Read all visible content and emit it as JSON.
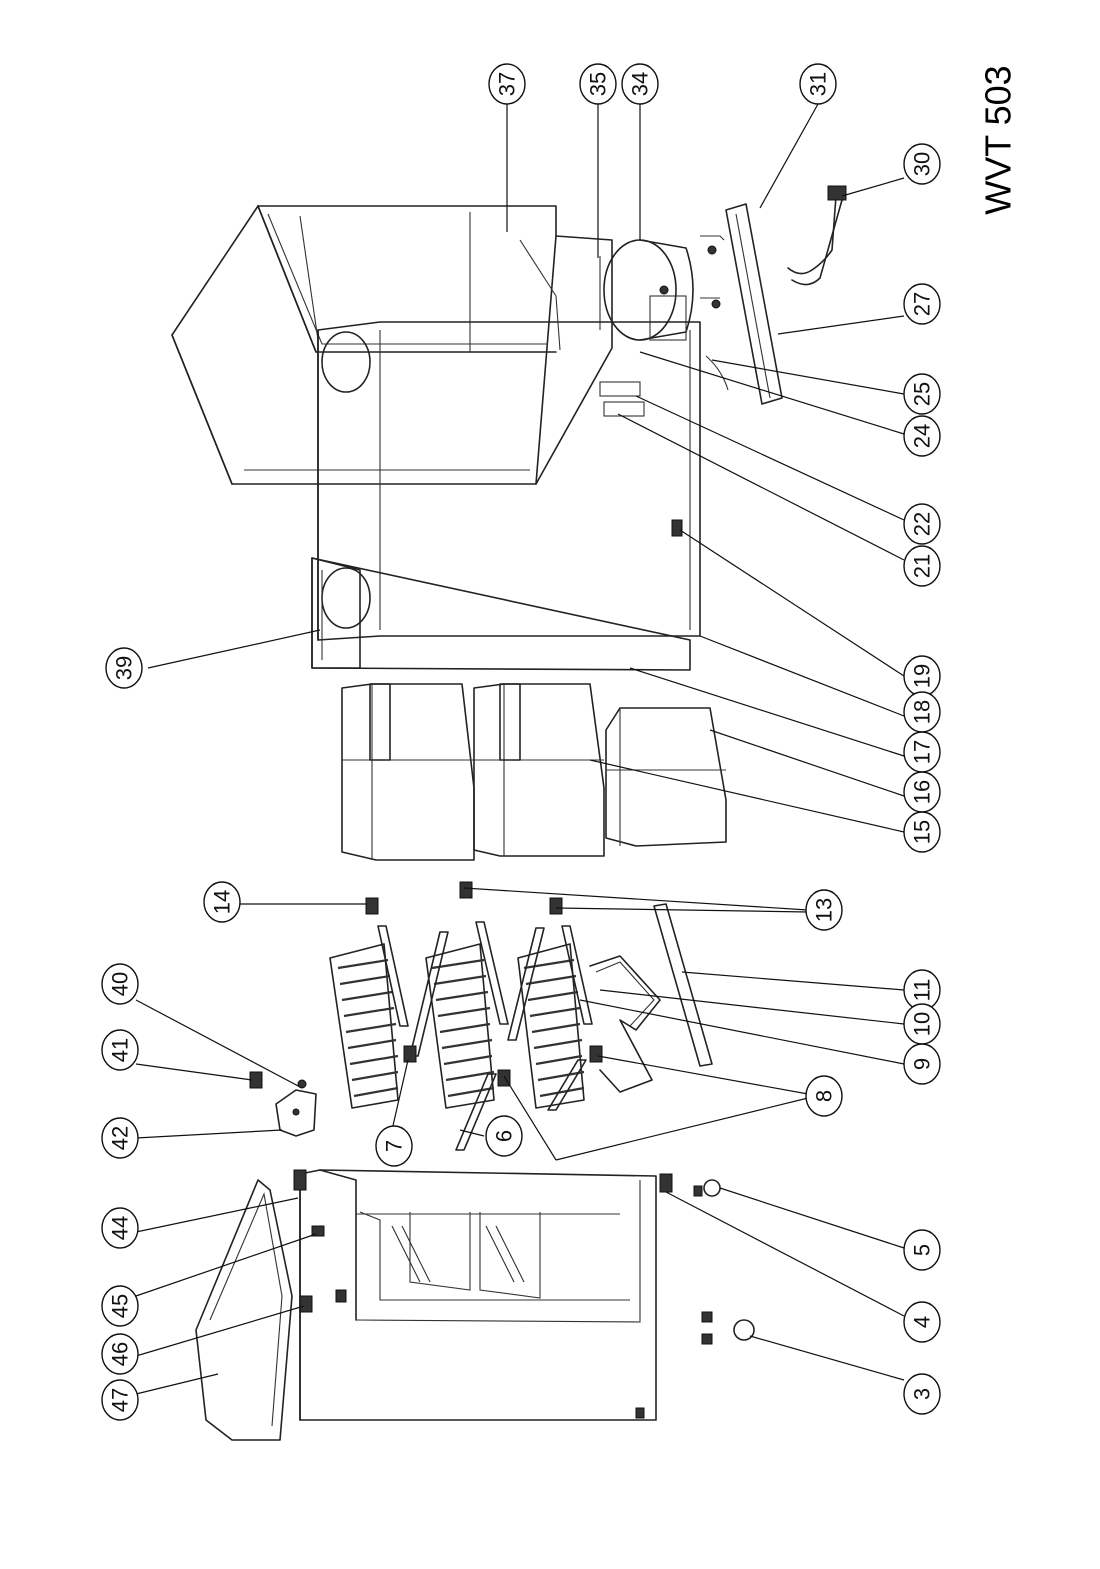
{
  "model": "WVT 503",
  "callouts": [
    "37",
    "35",
    "34",
    "31",
    "30",
    "27",
    "25",
    "24",
    "22",
    "21",
    "19",
    "18",
    "17",
    "16",
    "15",
    "39",
    "14",
    "13",
    "11",
    "10",
    "9",
    "8",
    "7",
    "6",
    "40",
    "41",
    "42",
    "44",
    "45",
    "46",
    "47",
    "3",
    "4",
    "5"
  ]
}
